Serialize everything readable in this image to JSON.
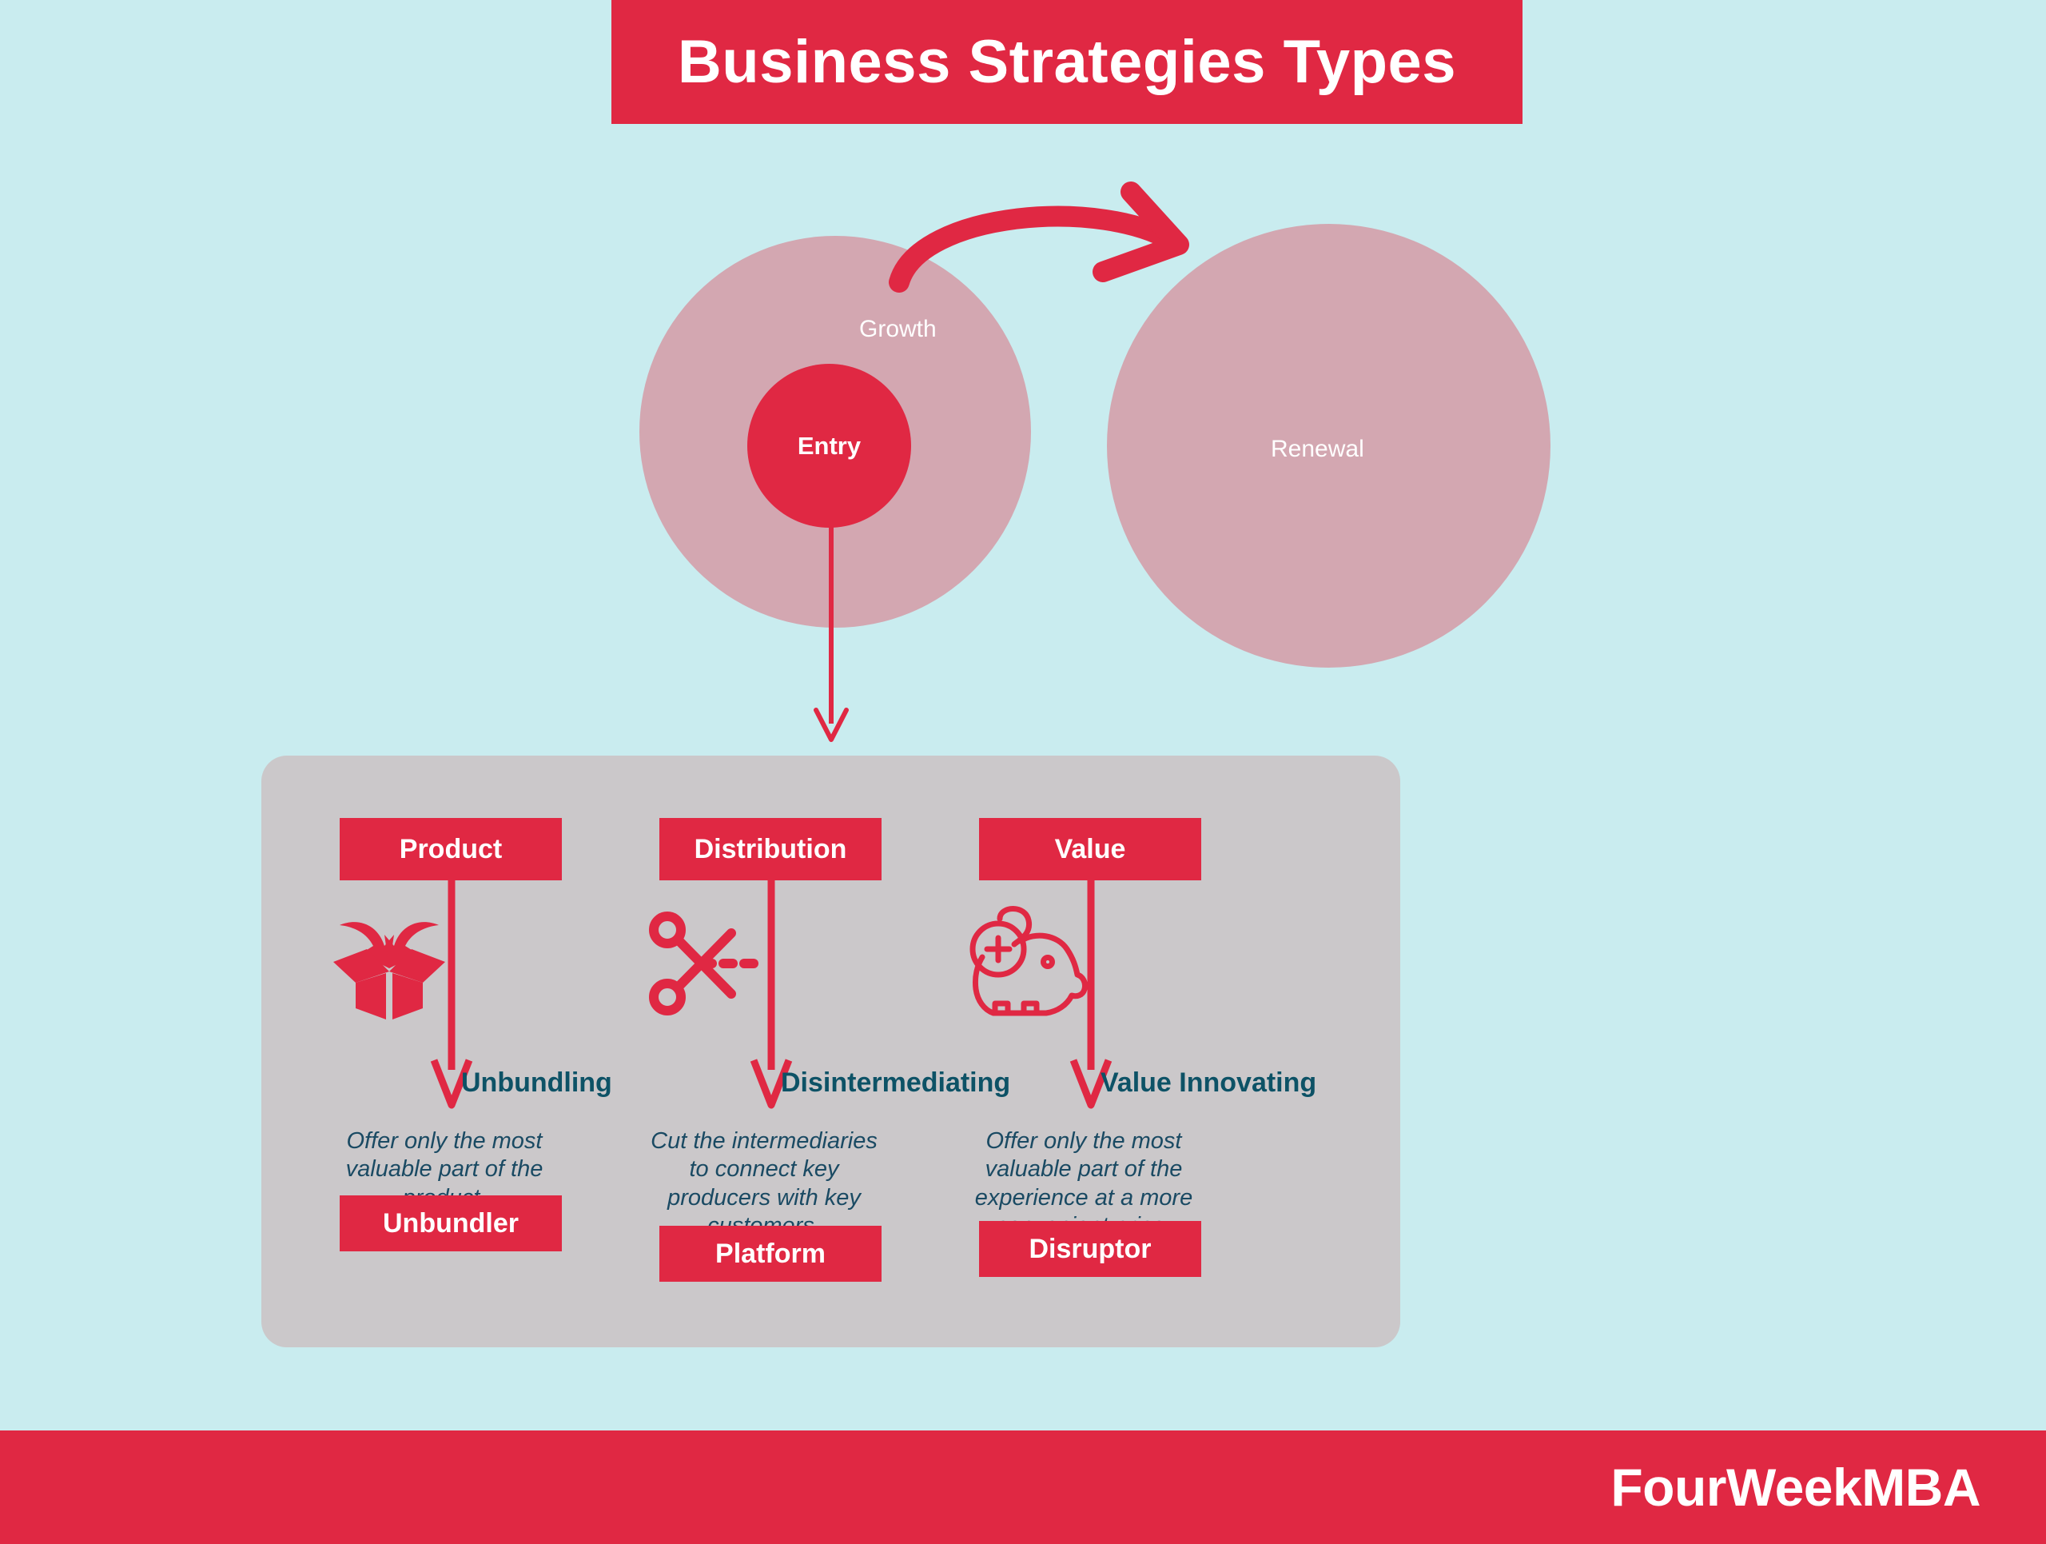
{
  "colors": {
    "background": "#c9ecef",
    "accent_red": "#e02843",
    "pink_circle": "#d3a7b1",
    "panel_gray": "#cbc8ca",
    "label_teal": "#0d5266",
    "description_text": "#1a4a63",
    "white": "#ffffff"
  },
  "header": {
    "title": "Business Strategies Types"
  },
  "stage": {
    "growth_label": "Growth",
    "entry_label": "Entry",
    "renewal_label": "Renewal"
  },
  "panel": {
    "columns": [
      {
        "header": "Product",
        "icon": "open-box-icon",
        "action": "Unbundling",
        "description": "Offer only the most valuable part of the product.",
        "result": "Unbundler"
      },
      {
        "header": "Distribution",
        "icon": "scissors-icon",
        "action": "Disintermediating",
        "description": "Cut the intermediaries to connect key producers with key customers.",
        "result": "Platform"
      },
      {
        "header": "Value",
        "icon": "piggy-bank-icon",
        "action": "Value Innovating",
        "description": "Offer only the most valuable part of the experience at a more convenient price.",
        "result": "Disruptor"
      }
    ]
  },
  "footer": {
    "brand": "FourWeekMBA"
  }
}
